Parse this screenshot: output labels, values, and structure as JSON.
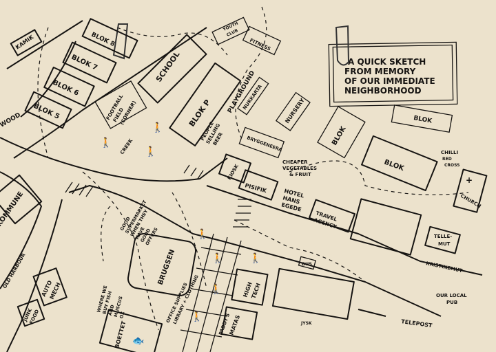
{
  "title": "A QUICK SKETCH FROM MEMORY OF OUR IMMEDIATE NEIGHBORHOOD",
  "title_lines": [
    "A QUICK SKETCH",
    "FROM MEMORY",
    "OF OUR IMMEDIATE",
    "NEIGHBORHOOD"
  ],
  "colors": {
    "paper": "#ece2cc",
    "ink": "#161412"
  },
  "places": {
    "kamik": "KAMIK",
    "blok_8": "BLOK 8",
    "blok_7": "BLOK 7",
    "blok_6": "BLOK 6",
    "blok_5": "BLOK 5",
    "wood": "WOOD",
    "school": "SCHOOL",
    "football_field": [
      "FOOTBALL",
      "FIELD",
      "(CORNER)"
    ],
    "creek": "CREEK",
    "blok_p": "BLOK P",
    "playground": "PLAYGROUND",
    "nukkarta": "NUKKARTA",
    "people_selling_beer": [
      "PEOPLE",
      "SELLING",
      "BEER"
    ],
    "youth_club": [
      "YOUTH",
      "CLUB"
    ],
    "fitness": "FITNESS",
    "nursery": "NURSERY",
    "bryggeneera": "BRYGGENEERA",
    "blok_a": "BLOK",
    "blok_b": "BLOK",
    "blok_c": "BLOK",
    "chilli_red_cross": [
      "CHILLI",
      "RED",
      "CROSS"
    ],
    "church": "CHURCH",
    "kiosk": "KIOSK",
    "pisifik": "PISIFIK",
    "cheaper_veg": [
      "CHEAPER",
      "VEGETABLES",
      "& FRUIT"
    ],
    "hotel": [
      "HOTEL",
      "HANS",
      "EGEDE"
    ],
    "travel_agency": [
      "TRAVEL",
      "AGENCY"
    ],
    "tellemut": [
      "TELLE-",
      "MUT"
    ],
    "kristinemut": "KRISTINEMUT",
    "our_local_pub": [
      "OUR LOCAL",
      "PUB"
    ],
    "bus": "BUS",
    "telepost": "TELEPOST",
    "jysk": "JYSK",
    "high_tech": [
      "HIGH",
      "TECH"
    ],
    "matas": "MATAS",
    "paddys": "PADDY'S",
    "brugsen": "BRUGSEN",
    "good_supermarket": [
      "GOOD",
      "SUPERMARKET",
      "WHEN THEY",
      "HAVE",
      "GOOD",
      "OFFERS"
    ],
    "office_supplies": [
      "OFFICE SUPPLIES",
      "LIBRARY + CLOTHING"
    ],
    "where_we_buy_fish": [
      "WHERE WE",
      "BUY FISH",
      "AND",
      "MUSCUS",
      "OX"
    ],
    "boettet": "BOETTET",
    "junk_food": [
      "JUNK",
      "FOOD"
    ],
    "auto_mech": [
      "AUTO",
      "MECH"
    ],
    "old_harbour": "OLD HARBOUR",
    "kommune": "KOMMUNE"
  }
}
